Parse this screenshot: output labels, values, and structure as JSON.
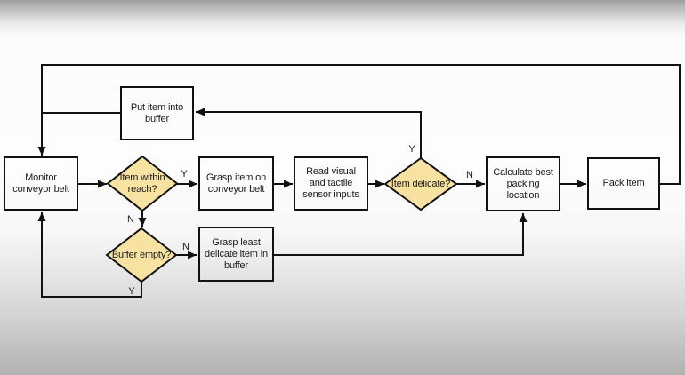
{
  "colors": {
    "decision_fill": "#f8e2a2",
    "line": "#111111",
    "background_top": "#9e9e9e",
    "background_middle": "#fdfdfd",
    "background_bottom": "#b1b1b1"
  },
  "nodes": {
    "monitor": {
      "label": "Monitor conveyor belt"
    },
    "put_buffer": {
      "label": "Put item into buffer"
    },
    "item_within_reach": {
      "label": "Item within reach?"
    },
    "grasp_item": {
      "label": "Grasp item on conveyor belt"
    },
    "read_sensors": {
      "label": "Read visual and tactile sensor inputs"
    },
    "item_delicate": {
      "label": "Item delicate?"
    },
    "calculate": {
      "label": "Calculate best packing location"
    },
    "pack": {
      "label": "Pack item"
    },
    "buffer_empty": {
      "label": "Buffer empty?"
    },
    "grasp_least": {
      "label": "Grasp least delicate item in buffer"
    }
  },
  "edges": {
    "reach_yes": {
      "label": "Y"
    },
    "reach_no": {
      "label": "N"
    },
    "delicate_yes": {
      "label": "Y"
    },
    "delicate_no": {
      "label": "N"
    },
    "buffer_empty_yes": {
      "label": "Y"
    },
    "buffer_empty_no": {
      "label": "N"
    }
  }
}
